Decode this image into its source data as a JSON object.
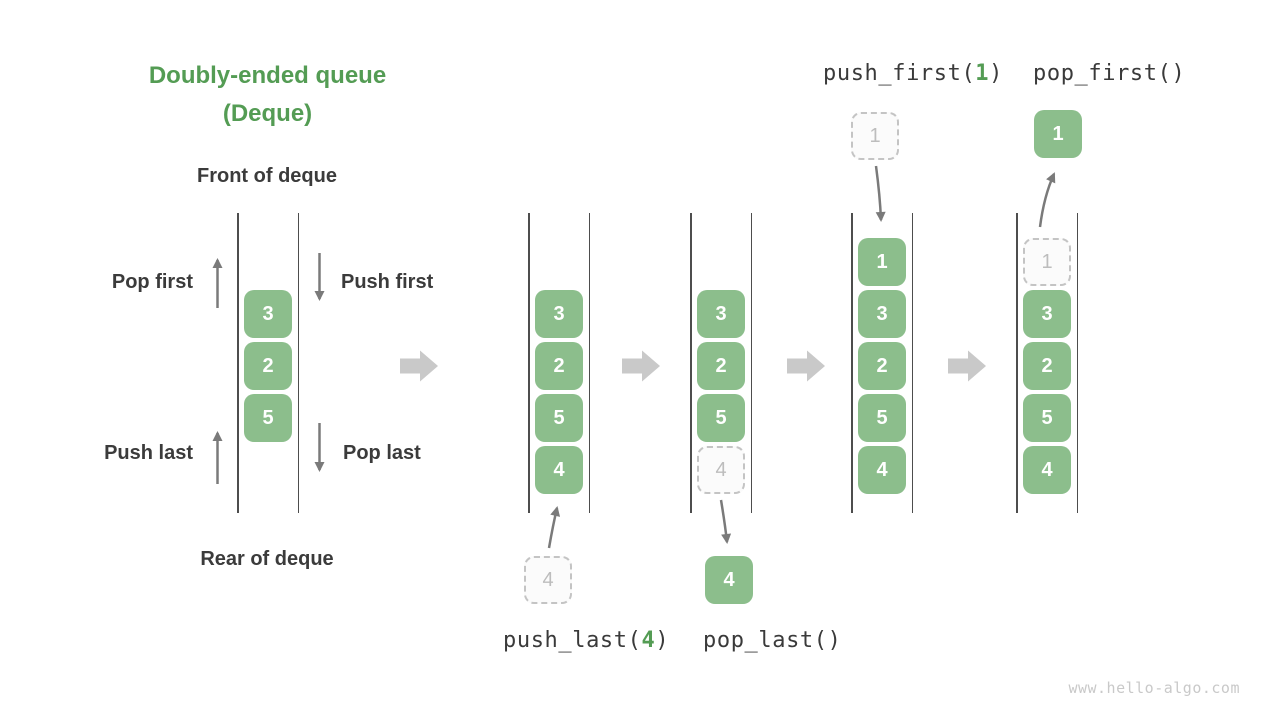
{
  "diagram": {
    "title_line1": "Doubly-ended queue",
    "title_line2": "(Deque)",
    "front_label": "Front of deque",
    "rear_label": "Rear of deque",
    "watermark": "www.hello-algo.com"
  },
  "op_labels": {
    "pop_first": "Pop first",
    "push_first": "Push first",
    "push_last": "Push last",
    "pop_last": "Pop last"
  },
  "code_labels": {
    "push_first_pre": "push_first(",
    "push_first_arg": "1",
    "push_first_post": ")",
    "pop_first": "pop_first()",
    "push_last_pre": "push_last(",
    "push_last_arg": "4",
    "push_last_post": ")",
    "pop_last": "pop_last()"
  },
  "colors": {
    "box_green": "#8cbe8c",
    "title_green": "#549c54",
    "code_arg_green": "#549c54",
    "dark_text": "#3b3b3b",
    "dashed_border": "#c4c4c4",
    "dashed_text": "#bdbdbd",
    "wall": "#4d4d4d",
    "thin_arrow": "#7a7a7a",
    "block_arrow": "#c9c9c9",
    "watermark_gray": "#c9c9c9"
  },
  "queues": [
    {
      "name": "initial-deque",
      "items": [
        {
          "v": "3",
          "style": "solid"
        },
        {
          "v": "2",
          "style": "solid"
        },
        {
          "v": "5",
          "style": "solid"
        }
      ]
    },
    {
      "name": "push-last-deque",
      "items": [
        {
          "v": "3",
          "style": "solid"
        },
        {
          "v": "2",
          "style": "solid"
        },
        {
          "v": "5",
          "style": "solid"
        },
        {
          "v": "4",
          "style": "solid"
        }
      ],
      "external": {
        "v": "4",
        "style": "dashed",
        "pos": "below"
      }
    },
    {
      "name": "pop-last-deque",
      "items": [
        {
          "v": "3",
          "style": "solid"
        },
        {
          "v": "2",
          "style": "solid"
        },
        {
          "v": "5",
          "style": "solid"
        },
        {
          "v": "4",
          "style": "dashed"
        }
      ],
      "external": {
        "v": "4",
        "style": "solid",
        "pos": "below"
      }
    },
    {
      "name": "push-first-deque",
      "items": [
        {
          "v": "1",
          "style": "solid"
        },
        {
          "v": "3",
          "style": "solid"
        },
        {
          "v": "2",
          "style": "solid"
        },
        {
          "v": "5",
          "style": "solid"
        },
        {
          "v": "4",
          "style": "solid"
        }
      ],
      "external": {
        "v": "1",
        "style": "dashed",
        "pos": "above"
      }
    },
    {
      "name": "pop-first-deque",
      "items": [
        {
          "v": "1",
          "style": "dashed"
        },
        {
          "v": "3",
          "style": "solid"
        },
        {
          "v": "2",
          "style": "solid"
        },
        {
          "v": "5",
          "style": "solid"
        },
        {
          "v": "4",
          "style": "solid"
        }
      ],
      "external": {
        "v": "1",
        "style": "solid",
        "pos": "above"
      }
    }
  ]
}
